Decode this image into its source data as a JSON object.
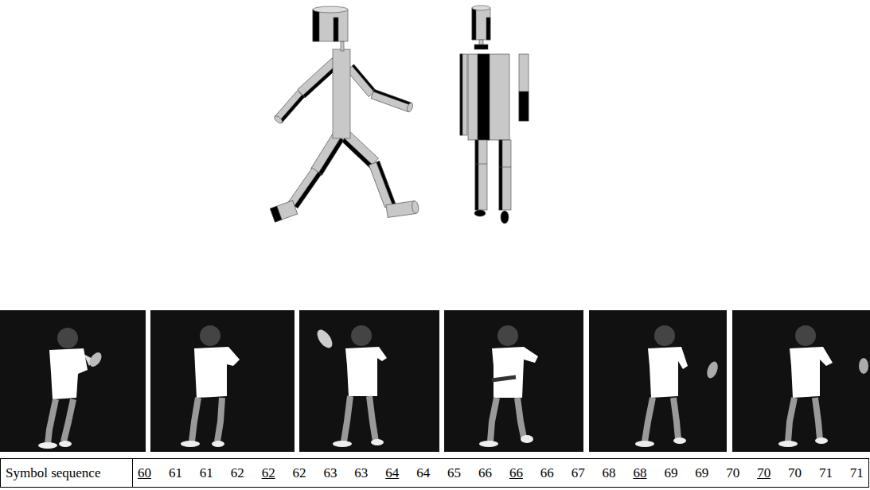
{
  "diagram": {
    "labels": [
      "Symbol sequence",
      "60",
      "61",
      "61",
      "62",
      "62",
      "62",
      "63",
      "63",
      "64",
      "64",
      "65",
      "66",
      "66",
      "66",
      "67",
      "68",
      "68",
      "69",
      "69",
      "70",
      "70",
      "70",
      "71",
      "71"
    ]
  }
}
